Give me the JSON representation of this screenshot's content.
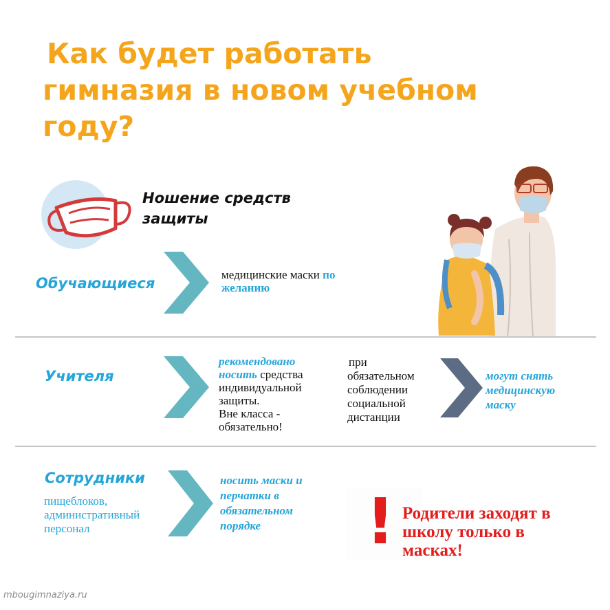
{
  "title": {
    "line1": "Как будет работать",
    "line2": "гимназия в новом учебном",
    "line3": "году?"
  },
  "section": {
    "line1": "Ношение средств",
    "line2": "защиты"
  },
  "students": {
    "role": "Обучающиеся",
    "text_plain": "медицинские маски",
    "text_highlight_1": "по",
    "text_highlight_2": "желанию"
  },
  "teachers": {
    "role": "Учителя",
    "rec_1": "рекомендовано",
    "rec_2": "носить",
    "rec_3": "средства",
    "rec_4": "индивидуальной",
    "rec_5": "защиты.",
    "rec_6": "Вне класса -",
    "rec_7": "обязательно!",
    "cond_1": "при",
    "cond_2": "обязательном",
    "cond_3": "соблюдении",
    "cond_4": "социальной",
    "cond_5": "дистанции",
    "result_1": "могут снять",
    "result_2": "медицинскую",
    "result_3": "маску"
  },
  "staff": {
    "role": "Сотрудники",
    "sub_1": "пищеблоков,",
    "sub_2": "административный",
    "sub_3": "персонал",
    "text_1": "носить маски и",
    "text_2": "перчатки в",
    "text_3": "обязательном",
    "text_4": "порядке"
  },
  "warning": {
    "mark": "!",
    "line1": "Родители заходят в",
    "line2": "школу только в",
    "line3": "масках!"
  },
  "watermark": "mbougimnaziya.ru",
  "colors": {
    "title": "#f5a51c",
    "accent_blue": "#25a5d8",
    "chevron_teal": "#64b6c1",
    "chevron_slate": "#5b6c84",
    "warning_red": "#e31c1c"
  }
}
